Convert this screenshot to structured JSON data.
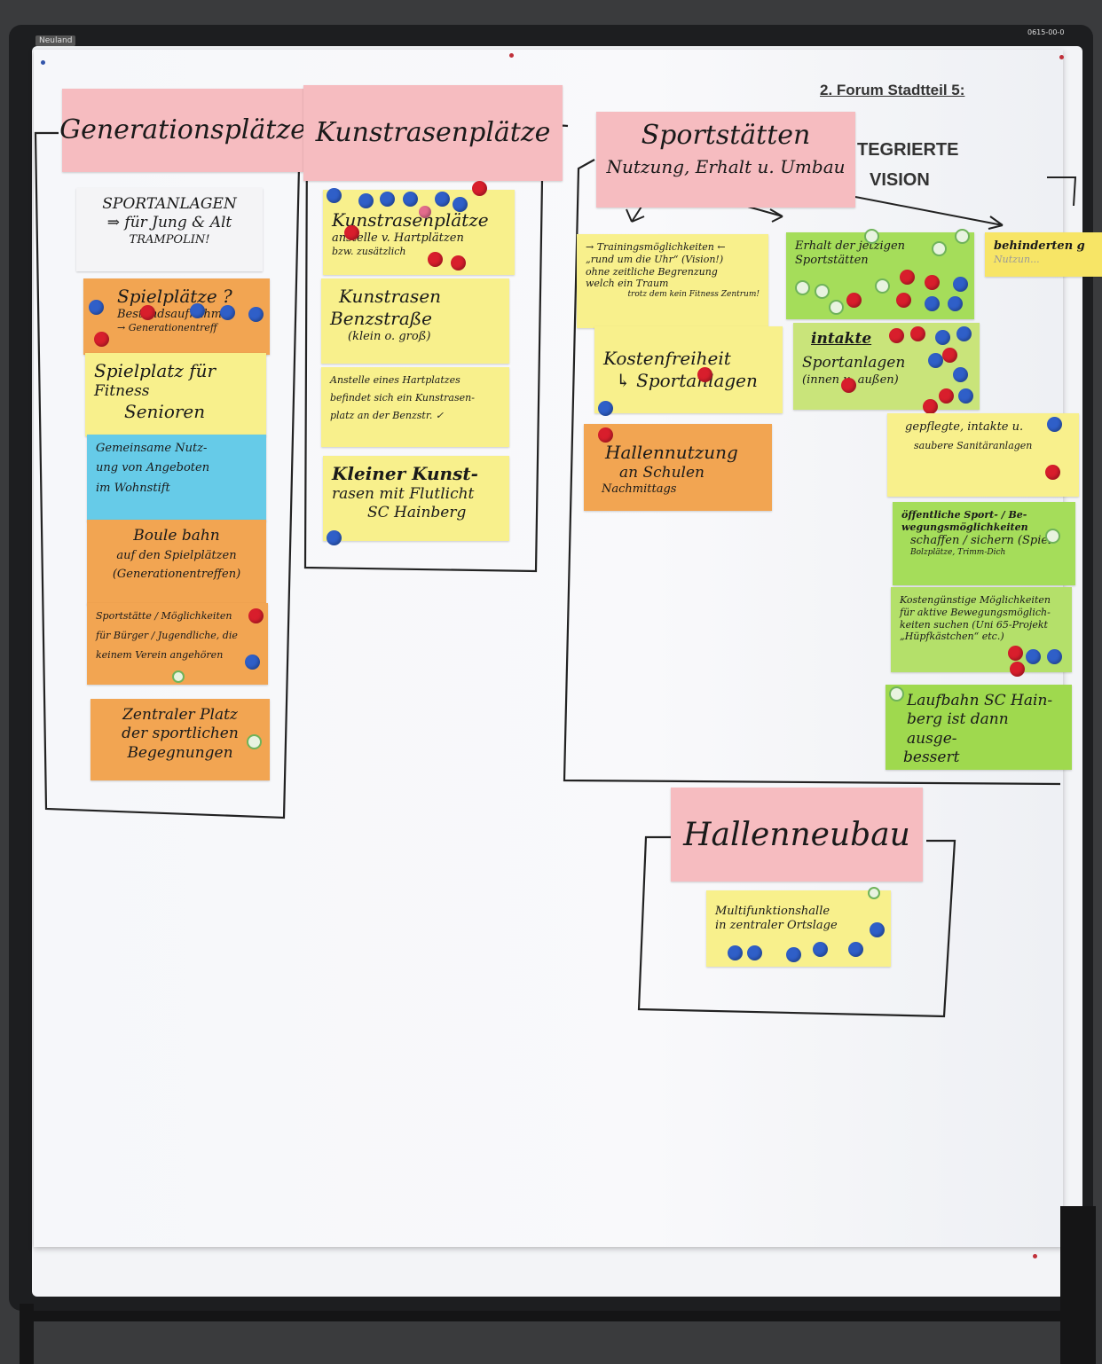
{
  "board": {
    "frame_label": "Neuland",
    "frame_code": "0615-00-0",
    "header": "2. Forum Stadtteil 5:",
    "vision_line1": "TEGRIERTE",
    "vision_line2": "VISION"
  },
  "columns": {
    "generationsplaetze": {
      "title": "Generationsplätze",
      "notes": [
        {
          "line1": "SPORTANLAGEN",
          "line2": "⇒ für Jung & Alt",
          "line3": "TRAMPOLIN!"
        },
        {
          "line1": "Spielplätze ?",
          "line2": "Bestandsaufnahme",
          "line3": "→ Generationentreff"
        },
        {
          "line1": "Spielplatz für",
          "line2": "Fitness",
          "line3": "Senioren"
        },
        {
          "line1": "Gemeinsame Nutz-",
          "line2": "ung von Angeboten",
          "line3": "im Wohnstift"
        },
        {
          "line1": "Boule bahn",
          "line2": "auf den Spielplätzen",
          "line3": "(Generationentreffen)"
        },
        {
          "line1": "Sportstätte / Möglichkeiten",
          "line2": "für Bürger / Jugendliche, die",
          "line3": "keinem Verein angehören"
        },
        {
          "line1": "Zentraler Platz",
          "line2": "der sportlichen",
          "line3": "Begegnungen"
        }
      ]
    },
    "kunstrasen": {
      "title": "Kunstrasenplätze",
      "notes": [
        {
          "line1": "Kunstrasenplätze",
          "line2": "anstelle v. Hartplätzen",
          "line3": "bzw. zusätzlich"
        },
        {
          "line1": "Kunstrasen",
          "line2": "Benzstraße",
          "line3": "(klein o. groß)"
        },
        {
          "line1": "Anstelle eines Hartplatzes",
          "line2": "befindet sich ein Kunstrasen-",
          "line3": "platz an der Benzstr. ✓"
        },
        {
          "line1": "Kleiner Kunst-",
          "line2": "rasen mit Flutlicht",
          "line3": "SC Hainberg"
        }
      ]
    },
    "sportstaetten": {
      "title": "Sportstätten",
      "subtitle": "Nutzung, Erhalt u. Umbau",
      "notes": [
        {
          "line1": "→ Trainingsmöglichkeiten ←",
          "line2": "„rund um die Uhr“ (Vision!)",
          "line3": "ohne zeitliche Begrenzung",
          "line4": "welch ein Traum",
          "line5": "trotz dem kein Fitness Zentrum!"
        },
        {
          "line1": "Kostenfreiheit",
          "line2": "↳ Sportanlagen"
        },
        {
          "line1": "Hallennutzung",
          "line2": "an Schulen",
          "line3": "Nachmittags"
        },
        {
          "line1": "Erhalt der jetzigen",
          "line2": "Sportstätten"
        },
        {
          "line1": "intakte",
          "line2": "Sportanlagen",
          "line3": "(innen u. außen)"
        },
        {
          "line1": "behinderten g",
          "line2": "Nutzun..."
        },
        {
          "line1": "gepflegte, intakte u.",
          "line2": "saubere Sanitäranlagen"
        },
        {
          "line1": "öffentliche Sport- / Be-",
          "line2": "wegungsmöglichkeiten",
          "line3": "schaffen / sichern (Spiel-",
          "line4": "Bolzplätze, Trimm-Dich"
        },
        {
          "line1": "Kostengünstige Möglichkeiten",
          "line2": "für aktive Bewegungsmöglich-",
          "line3": "keiten suchen (Uni 65-Projekt",
          "line4": "„Hüpfkästchen“ etc.)"
        },
        {
          "line1": "Laufbahn SC Hain-",
          "line2": "berg ist dann ausge-",
          "line3": "bessert"
        }
      ]
    },
    "hallenneubau": {
      "title": "Hallenneubau",
      "notes": [
        {
          "line1": "Multifunktionshalle",
          "line2": "in zentraler Ortslage"
        }
      ]
    }
  },
  "colors": {
    "pink": "#f6bcc0",
    "yellow": "#f8f08c",
    "orange": "#f2a552",
    "cyan": "#66cbe8",
    "green": "#a5dd5a",
    "red_dot": "#d81e2c",
    "blue_dot": "#2f5fc8"
  }
}
